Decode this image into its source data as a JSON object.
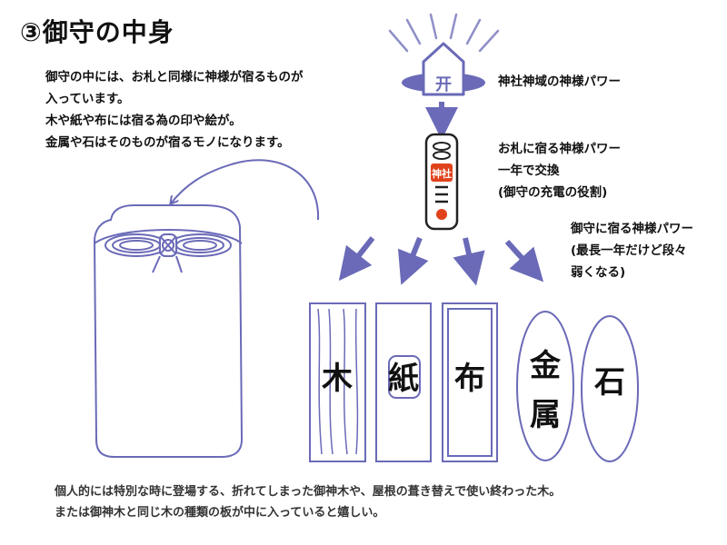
{
  "title": "③御守の中身",
  "intro": {
    "lines": [
      "御守の中には、お札と同様に神様が宿るものが",
      "入っています。",
      "木や紙や布には宿る為の印や絵が。",
      "金属や石はそのものが宿るモノになります。"
    ]
  },
  "labels": {
    "shrine": [
      "神社神域の神様パワー"
    ],
    "ofuda": [
      "お札に宿る神様パワー",
      "一年で交換",
      "(御守の充電の役割)"
    ],
    "omamori": [
      "御守に宿る神様パワー",
      "(最長一年だけど段々",
      "弱くなる)"
    ]
  },
  "ofuda_stamp": "神社",
  "shrine_mark": "开",
  "materials": {
    "wood": "木",
    "paper": "紙",
    "cloth": "布",
    "metal_1": "金",
    "metal_2": "属",
    "stone": "石"
  },
  "footer": {
    "lines": [
      "個人的には特別な時に登場する、折れてしまった御神木や、屋根の葺き替えで使い終わった木。",
      "または御神木と同じ木の種類の板が中に入っていると嬉しい。"
    ]
  },
  "colors": {
    "accent": "#6a6ab8",
    "stamp": "#e0431c",
    "text": "#111111"
  }
}
